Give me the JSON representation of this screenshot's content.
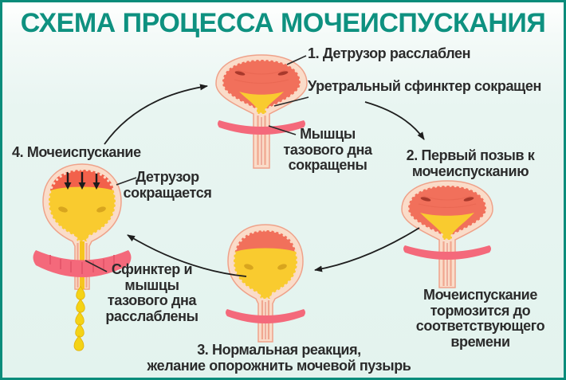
{
  "title": "СХЕМА ПРОЦЕССА МОЧЕИСПУСКАНИЯ",
  "colors": {
    "accent_teal": "#0E9180",
    "text_dark": "#2B2B2B",
    "background_mint": "#E4F3EE",
    "bladder_wall": "#FADCC9",
    "detrusor_coral": "#F1705B",
    "detrusor_contracting": "#F2614B",
    "urine_yellow": "#F9CB2F",
    "pelvic_band_pink": "#F4697B",
    "drop_yellow": "#F4D316"
  },
  "cycle": {
    "stage1": {
      "title": "1. Детрузор расслаблен",
      "urethral_label": "Уретральный сфинктер сокращен",
      "pelvic_label": "Мышцы\nтазового дна\nсокращены"
    },
    "stage2": {
      "title": "2. Первый позыв к\nмочеиспусканию",
      "note": "Мочеиспускание\nтормозится до\nсоответствующего\nвремени"
    },
    "stage3": {
      "title": "3. Нормальная реакция,\nжелание опорожнить мочевой пузырь"
    },
    "stage4": {
      "title": "4. Мочеиспускание",
      "detrusor_label": "Детрузор\nсокращается",
      "sphincter_label": "Сфинктер и\nмышцы\nтазового дна\nрасслаблены"
    }
  }
}
